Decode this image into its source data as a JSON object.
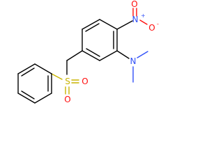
{
  "molecule": {
    "atoms": [
      {
        "key": "nitro_o1",
        "symbol": "O",
        "charge": ""
      },
      {
        "key": "nitro_n",
        "symbol": "N",
        "charge": "+"
      },
      {
        "key": "nitro_o2",
        "symbol": "O",
        "charge": "-"
      },
      {
        "key": "amine_n",
        "symbol": "N",
        "charge": ""
      },
      {
        "key": "sulfonyl_s",
        "symbol": "S",
        "charge": ""
      },
      {
        "key": "sulfonyl_o1",
        "symbol": "O",
        "charge": ""
      },
      {
        "key": "sulfonyl_o2",
        "symbol": "O",
        "charge": ""
      }
    ],
    "colors": {
      "carbon_bond": "#000000",
      "oxygen": "#ff0d0d",
      "nitrogen": "#3050f8",
      "sulfur": "#c8b400"
    }
  }
}
